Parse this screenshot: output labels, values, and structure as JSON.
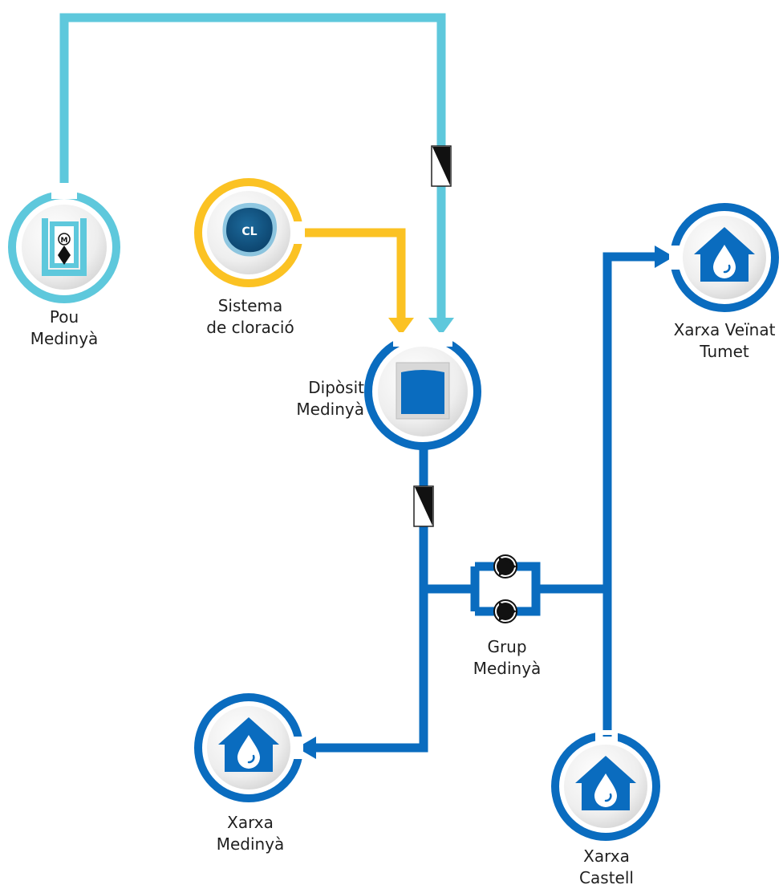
{
  "nodes": {
    "pou": {
      "line1": "Pou",
      "line2": "Medinyà",
      "icon": "well-pump-icon"
    },
    "cloracio": {
      "line1": "Sistema",
      "line2": "de cloració",
      "badge": "CL",
      "icon": "chlorine-icon"
    },
    "diposit": {
      "line1": "Dipòsit",
      "line2": "Medinyà",
      "icon": "tank-icon"
    },
    "veinat": {
      "line1": "Xarxa Veïnat",
      "line2": "Tumet",
      "icon": "house-drop-icon"
    },
    "grup": {
      "line1": "Grup",
      "line2": "Medinyà",
      "icon": "pump-group-icon"
    },
    "xarxa_medinya": {
      "line1": "Xarxa",
      "line2": "Medinyà",
      "icon": "house-drop-icon"
    },
    "castell": {
      "line1": "Xarxa",
      "line2": "Castell",
      "icon": "house-drop-icon"
    }
  },
  "colors": {
    "raw_water": "#5ec8dc",
    "treated_water": "#0a6cbf",
    "chlorine": "#fbc223",
    "chlorine_badge": "#12527e",
    "node_fill": "#f0f0f0",
    "text": "#1f1f1f"
  }
}
